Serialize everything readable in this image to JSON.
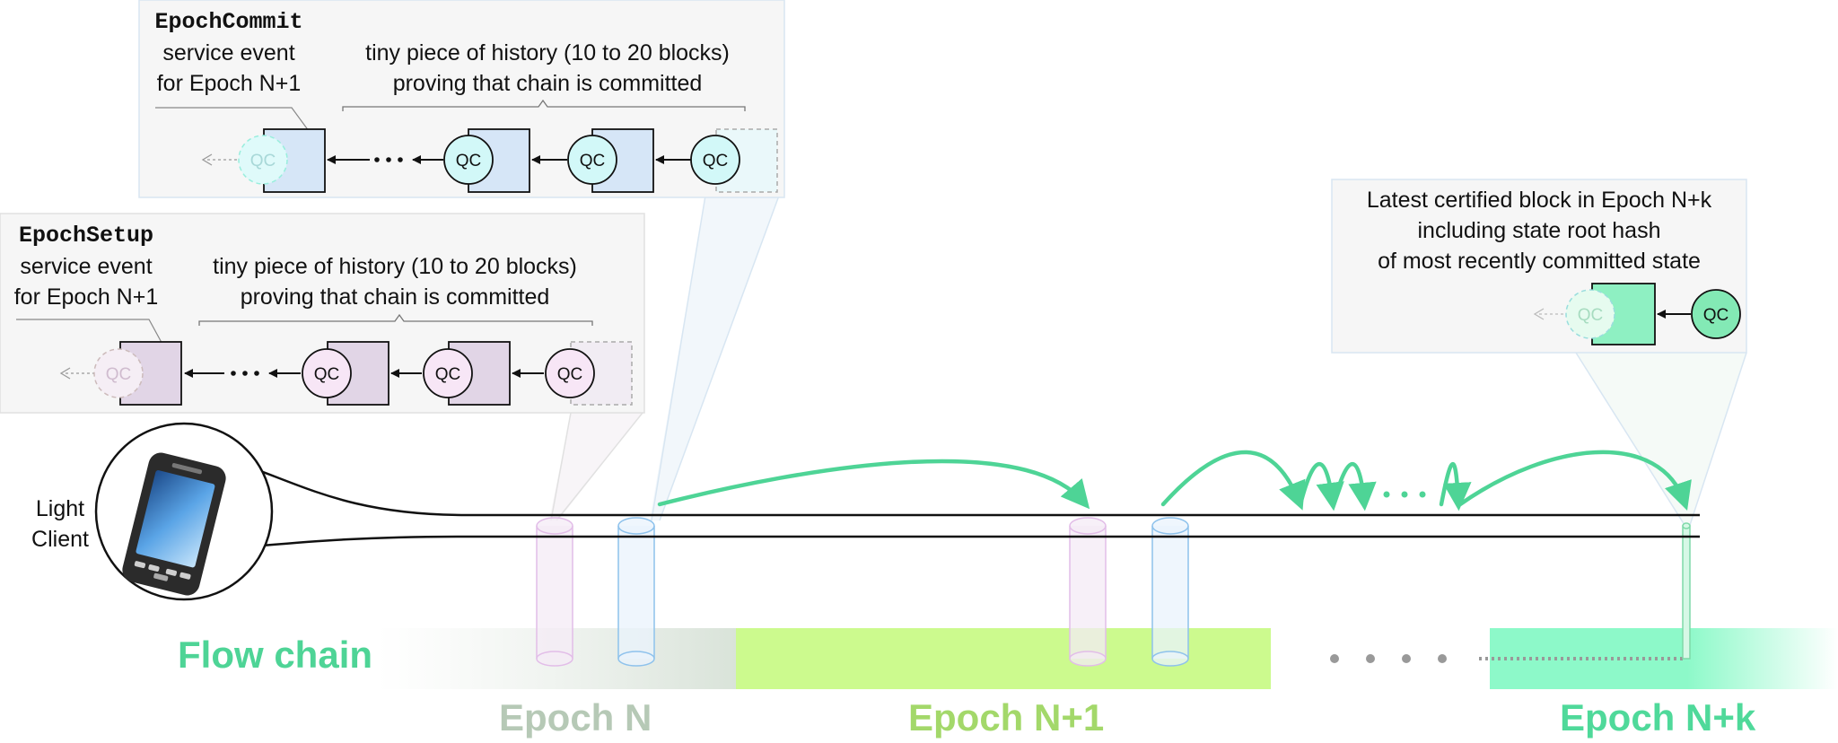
{
  "commit_panel": {
    "event_name": "EpochCommit",
    "event_desc_1": "service event",
    "event_desc_2": "for Epoch N+1",
    "history_1": "tiny piece of history (10 to 20 blocks)",
    "history_2": "proving that chain is committed",
    "qc": "QC"
  },
  "setup_panel": {
    "event_name": "EpochSetup",
    "event_desc_1": "service event",
    "event_desc_2": "for Epoch N+1",
    "history_1": "tiny piece of history (10 to 20 blocks)",
    "history_2": "proving that chain is committed",
    "qc": "QC"
  },
  "latest_panel": {
    "line_1": "Latest certified block in Epoch N+k",
    "line_2": "including state root hash",
    "line_3": "of most recently committed state",
    "qc": "QC"
  },
  "light_client": {
    "line_1": "Light",
    "line_2": "Client"
  },
  "chain": {
    "label": "Flow chain",
    "epochs": [
      "Epoch N",
      "Epoch N+1",
      "Epoch N+k"
    ]
  },
  "colors": {
    "green_arrow": "#4ed496",
    "epoch_n_label": "#b6c9b6",
    "epoch_n1_label": "#a3d86a",
    "epoch_nk_label": "#4fd99a",
    "epoch_n1_band": "#ccfa8e",
    "epoch_nk_band": "#8df9c9",
    "commit_block": "#d6e6f7",
    "commit_qc": "#d2f8f8",
    "setup_block": "#e1d5e6",
    "setup_qc": "#f7e6f6",
    "latest_block": "#8ef0c2",
    "latest_qc": "#83e9b5"
  }
}
